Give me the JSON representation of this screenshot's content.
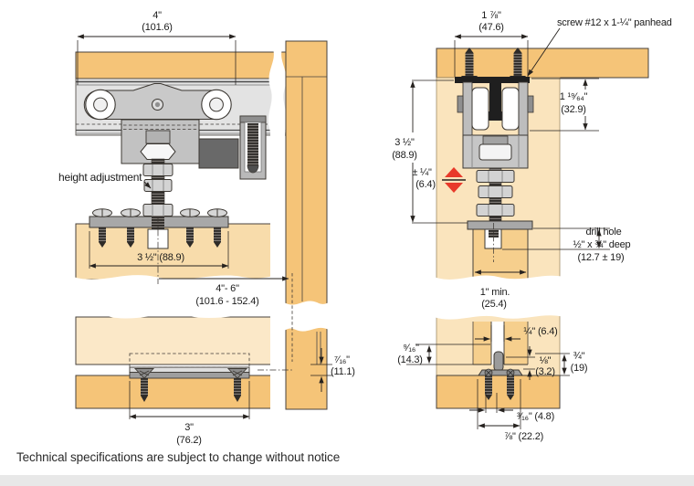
{
  "footer": {
    "note": "Technical specifications are subject to change without notice"
  },
  "top_front_view": {
    "trolley_width_in": "4\"",
    "trolley_width_mm": "(101.6)",
    "height_adjustment_label": "height adjustment",
    "plate_width": "3 ½\" (88.9)",
    "jamb_distance_in": "4\"- 6\"",
    "jamb_distance_mm": "(101.6 - 152.4)"
  },
  "side_section_view": {
    "track_width_in": "1 ⅞\"",
    "track_width_mm": "(47.6)",
    "screw_label": "screw #12 x 1-¼\" panhead",
    "hanger_drop_in": "1 ¹⁹⁄₆₄\"",
    "hanger_drop_mm": "(32.9)",
    "overall_height_in": "3 ½\"",
    "overall_height_mm": "(88.9)",
    "adjustment_in": "± ¼\"",
    "adjustment_mm": "(6.4)",
    "drill_hole_line1": "drill hole",
    "drill_hole_line2": "½\" x ¾\" deep",
    "drill_hole_line3": "(12.7 ± 19)",
    "door_thickness_in": "1\" min.",
    "door_thickness_mm": "(25.4)"
  },
  "bottom_front_view": {
    "guide_length_in": "3\"",
    "guide_length_mm": "(76.2)",
    "floor_clearance_in": "⁷⁄₁₆\"",
    "floor_clearance_mm": "(11.1)"
  },
  "bottom_side_view": {
    "groove_width": "¼\" (6.4)",
    "pin_height_in": "⁹⁄₁₆\"",
    "pin_height_mm": "(14.3)",
    "top_clearance_in": "⅛\"",
    "top_clearance_mm": "(3.2)",
    "bottom_gap_in": "¾\"",
    "bottom_gap_mm": "(19)",
    "pin_spacing": "³⁄₁₆\" (4.8)",
    "base_width": "⅞\" (22.2)"
  },
  "colors": {
    "wood_dark": "#f5c478",
    "wood_light": "#fae4bd",
    "accent_red": "#e8392a",
    "footer_bar": "#e8e8e8"
  }
}
